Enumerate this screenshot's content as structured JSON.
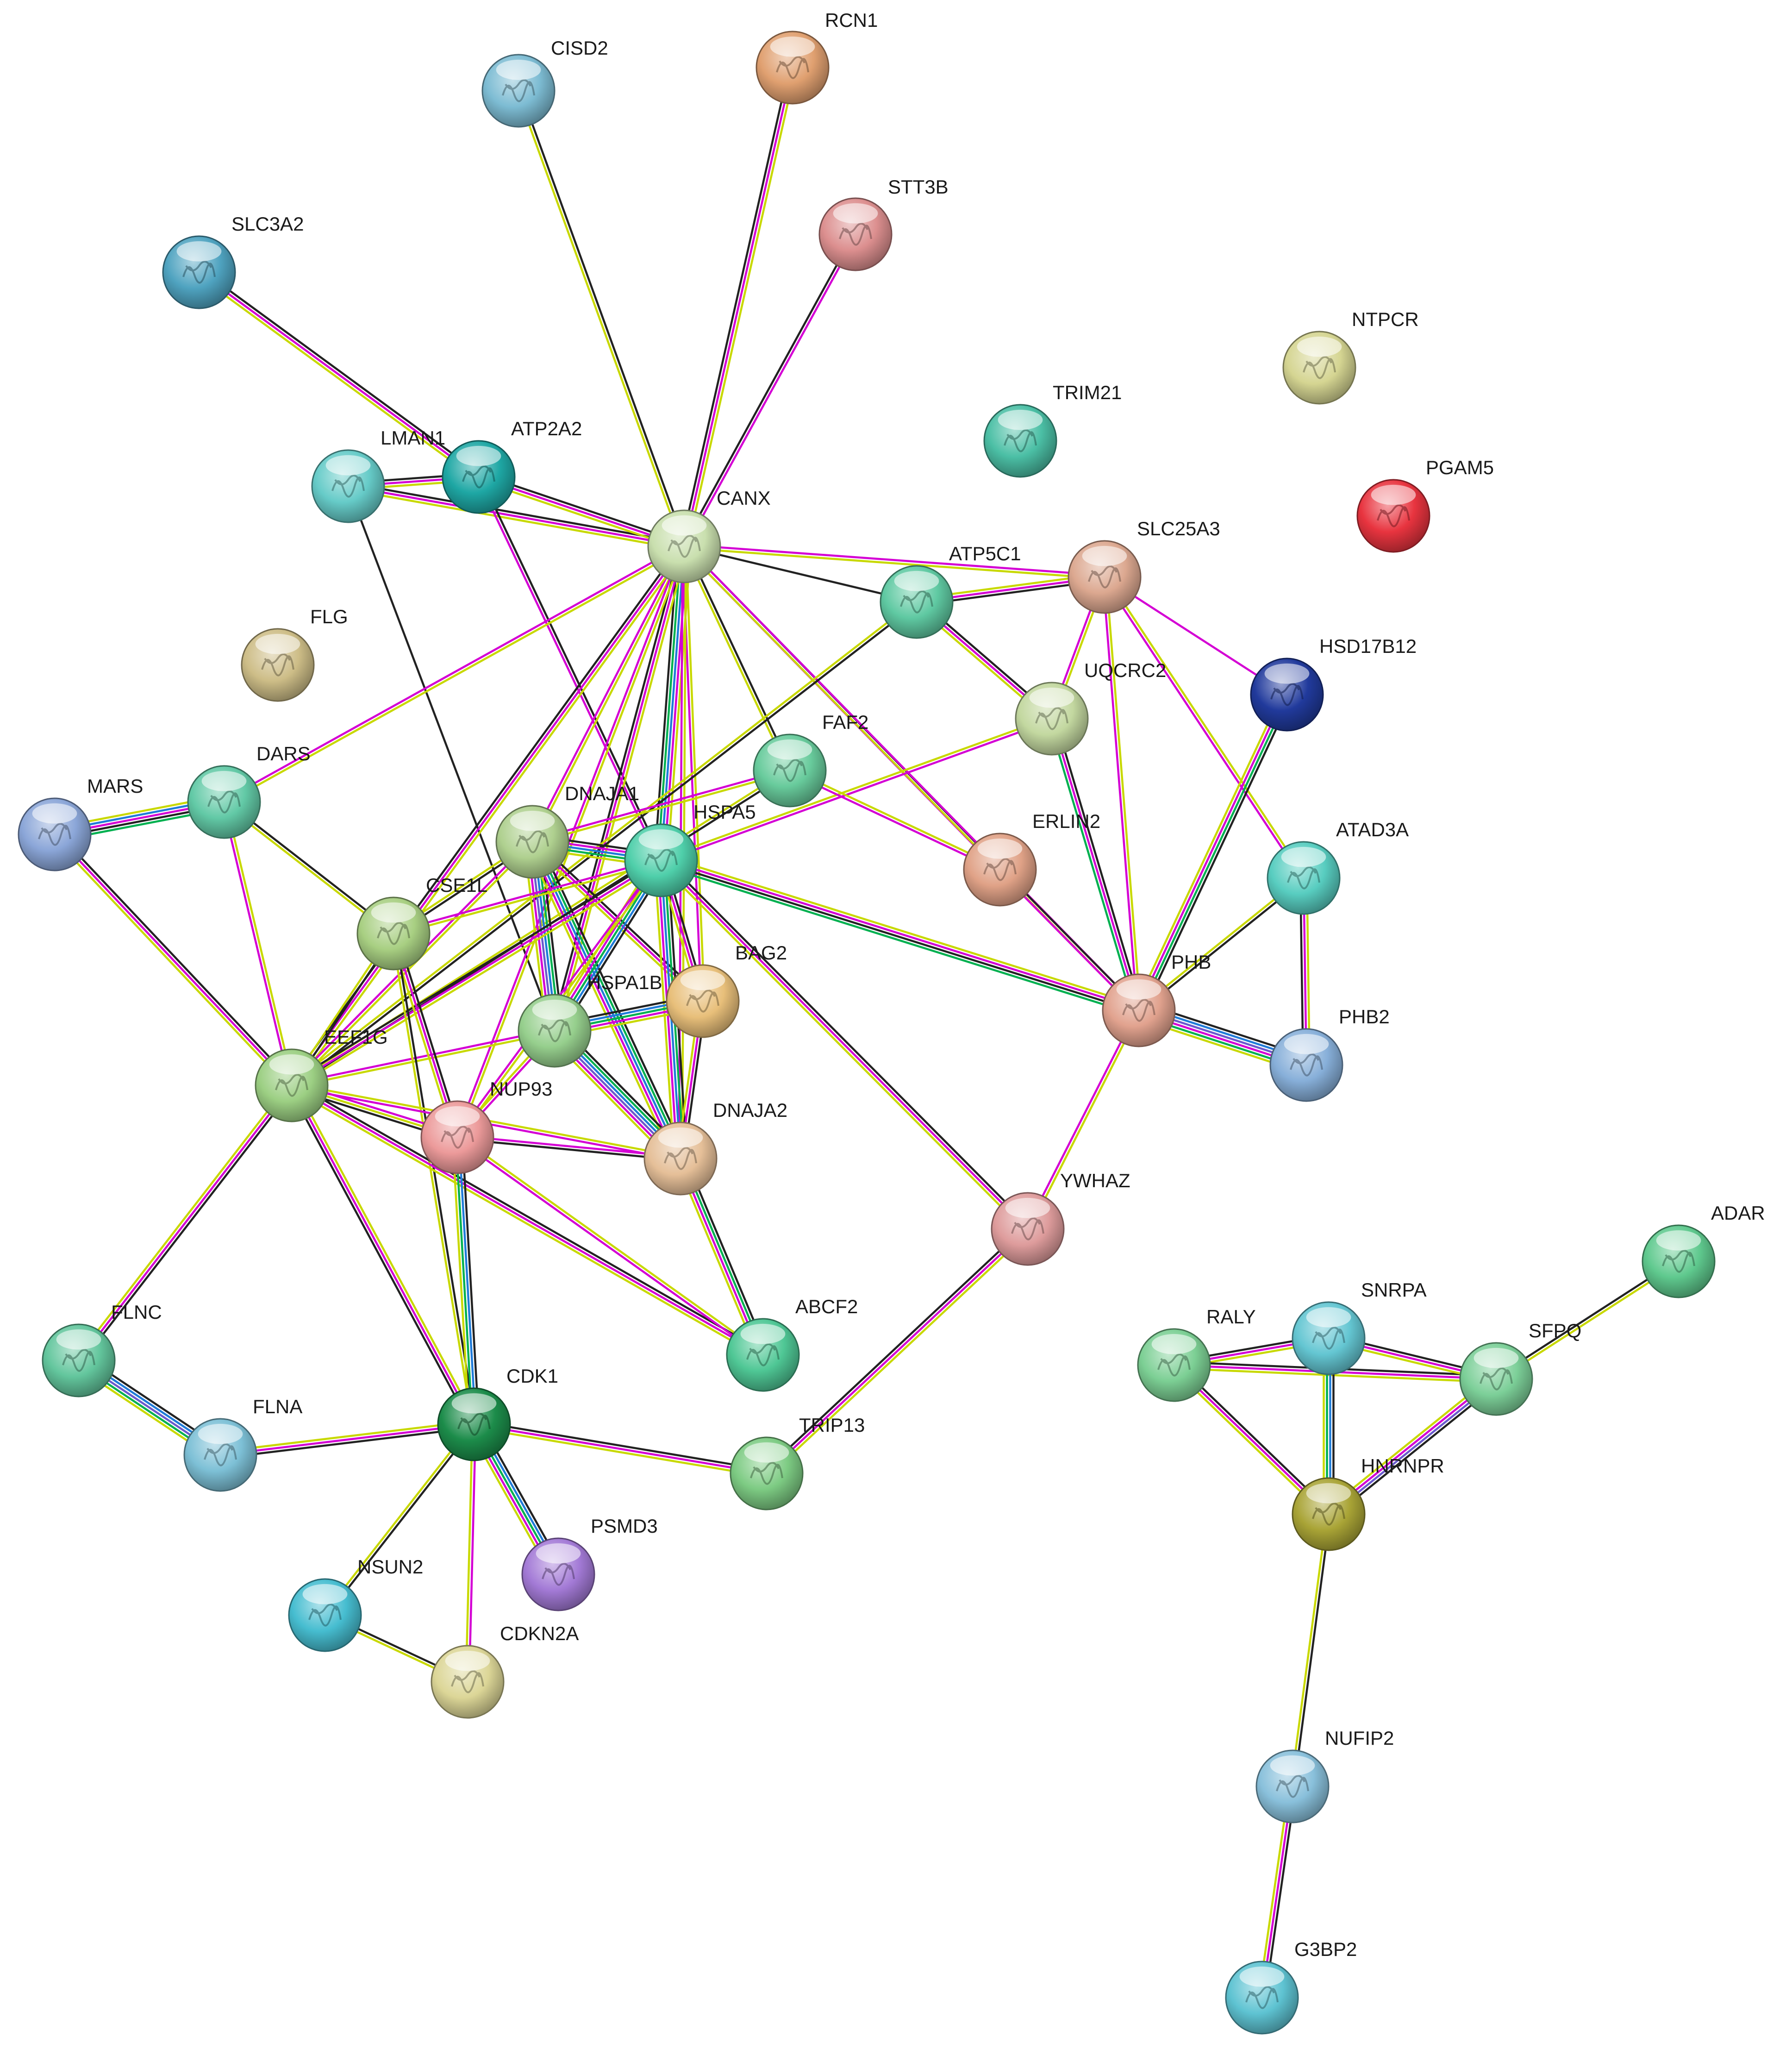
{
  "network": {
    "nodes": [
      {
        "id": "CISD2",
        "color": "#7dbcd3"
      },
      {
        "id": "RCN1",
        "color": "#e0a070"
      },
      {
        "id": "STT3B",
        "color": "#dc8f8f"
      },
      {
        "id": "SLC3A2",
        "color": "#4fa3c0"
      },
      {
        "id": "NTPCR",
        "color": "#d5d592"
      },
      {
        "id": "TRIM21",
        "color": "#4bbfa5"
      },
      {
        "id": "PGAM5",
        "color": "#e8343f"
      },
      {
        "id": "LMAN1",
        "color": "#66cbc8"
      },
      {
        "id": "ATP2A2",
        "color": "#1ea7a4"
      },
      {
        "id": "CANX",
        "color": "#c9dfae"
      },
      {
        "id": "ATP5C1",
        "color": "#5fc9a2"
      },
      {
        "id": "SLC25A3",
        "color": "#dca890"
      },
      {
        "id": "FLG",
        "color": "#cdbd87"
      },
      {
        "id": "HSD17B12",
        "color": "#213a9c"
      },
      {
        "id": "UQCRC2",
        "color": "#c3d8a0"
      },
      {
        "id": "DARS",
        "color": "#62c9a6"
      },
      {
        "id": "FAF2",
        "color": "#68cb9c"
      },
      {
        "id": "MARS",
        "color": "#8ba6d8"
      },
      {
        "id": "DNAJA1",
        "color": "#afd08f"
      },
      {
        "id": "HSPA5",
        "color": "#4fcfaa"
      },
      {
        "id": "ERLIN2",
        "color": "#e0a287"
      },
      {
        "id": "ATAD3A",
        "color": "#58cdc0"
      },
      {
        "id": "CSE1L",
        "color": "#a8cf82"
      },
      {
        "id": "BAG2",
        "color": "#e8bf7a"
      },
      {
        "id": "PHB",
        "color": "#e1a28e"
      },
      {
        "id": "HSPA1B",
        "color": "#96cf8d"
      },
      {
        "id": "PHB2",
        "color": "#87afd9"
      },
      {
        "id": "EEF1G",
        "color": "#9ccf83"
      },
      {
        "id": "NUP93",
        "color": "#ec9a9a"
      },
      {
        "id": "DNAJA2",
        "color": "#e5bf98"
      },
      {
        "id": "YWHAZ",
        "color": "#de9c9c"
      },
      {
        "id": "ADAR",
        "color": "#5fc98e"
      },
      {
        "id": "ABCF2",
        "color": "#4fc795"
      },
      {
        "id": "SNRPA",
        "color": "#64c6d2"
      },
      {
        "id": "FLNC",
        "color": "#63c69d"
      },
      {
        "id": "RALY",
        "color": "#7ccf94"
      },
      {
        "id": "SFPQ",
        "color": "#7ccf98"
      },
      {
        "id": "CDK1",
        "color": "#1c8c4a"
      },
      {
        "id": "FLNA",
        "color": "#7dc0d6"
      },
      {
        "id": "TRIP13",
        "color": "#7dcb83"
      },
      {
        "id": "HNRNPR",
        "color": "#a9a436"
      },
      {
        "id": "PSMD3",
        "color": "#a37ad6"
      },
      {
        "id": "NSUN2",
        "color": "#46bdd0"
      },
      {
        "id": "CDKN2A",
        "color": "#dcd697"
      },
      {
        "id": "NUFIP2",
        "color": "#89c0db"
      },
      {
        "id": "G3BP2",
        "color": "#5ec3d2"
      }
    ],
    "edges": [
      {
        "source": "CISD2",
        "target": "CANX",
        "colors": [
          "#222222",
          "#c8d800"
        ]
      },
      {
        "source": "RCN1",
        "target": "CANX",
        "colors": [
          "#c8d800",
          "#d400d4",
          "#222222"
        ]
      },
      {
        "source": "STT3B",
        "target": "CANX",
        "colors": [
          "#d400d4",
          "#222222"
        ]
      },
      {
        "source": "SLC3A2",
        "target": "ATP2A2",
        "colors": [
          "#222222",
          "#d400d4",
          "#c8d800"
        ]
      },
      {
        "source": "LMAN1",
        "target": "ATP2A2",
        "colors": [
          "#222222",
          "#d400d4",
          "#c8d800"
        ]
      },
      {
        "source": "LMAN1",
        "target": "CANX",
        "colors": [
          "#222222",
          "#d400d4",
          "#c8d800"
        ]
      },
      {
        "source": "ATP2A2",
        "target": "CANX",
        "colors": [
          "#222222",
          "#d400d4",
          "#c8d800"
        ]
      },
      {
        "source": "LMAN1",
        "target": "HSPA1B",
        "colors": [
          "#222222"
        ]
      },
      {
        "source": "ATP2A2",
        "target": "HSPA5",
        "colors": [
          "#222222",
          "#d400d4"
        ]
      },
      {
        "source": "CANX",
        "target": "SLC25A3",
        "colors": [
          "#d400d4",
          "#c8d800"
        ]
      },
      {
        "source": "CANX",
        "target": "ATP5C1",
        "colors": [
          "#222222"
        ]
      },
      {
        "source": "CANX",
        "target": "DARS",
        "colors": [
          "#c8d800",
          "#d400d4"
        ]
      },
      {
        "source": "CANX",
        "target": "FAF2",
        "colors": [
          "#222222",
          "#c8d800"
        ]
      },
      {
        "source": "CANX",
        "target": "ERLIN2",
        "colors": [
          "#222222",
          "#d400d4"
        ]
      },
      {
        "source": "CANX",
        "target": "PHB",
        "colors": [
          "#d400d4",
          "#c8d800"
        ]
      },
      {
        "source": "CANX",
        "target": "HSPA5",
        "colors": [
          "#c8d800",
          "#d400d4",
          "#1f7bd8",
          "#00b050",
          "#222222"
        ]
      },
      {
        "source": "CANX",
        "target": "DNAJA1",
        "colors": [
          "#c8d800",
          "#d400d4"
        ]
      },
      {
        "source": "CANX",
        "target": "HSPA1B",
        "colors": [
          "#c8d800",
          "#d400d4",
          "#222222"
        ]
      },
      {
        "source": "CANX",
        "target": "BAG2",
        "colors": [
          "#c8d800",
          "#d400d4"
        ]
      },
      {
        "source": "CANX",
        "target": "EEF1G",
        "colors": [
          "#c8d800",
          "#d400d4",
          "#222222"
        ]
      },
      {
        "source": "CANX",
        "target": "NUP93",
        "colors": [
          "#c8d800",
          "#d400d4"
        ]
      },
      {
        "source": "CANX",
        "target": "DNAJA2",
        "colors": [
          "#c8d800",
          "#d400d4"
        ]
      },
      {
        "source": "ATP5C1",
        "target": "SLC25A3",
        "colors": [
          "#c8d800",
          "#d400d4",
          "#222222"
        ]
      },
      {
        "source": "ATP5C1",
        "target": "UQCRC2",
        "colors": [
          "#222222",
          "#d400d4",
          "#c8d800"
        ]
      },
      {
        "source": "ATP5C1",
        "target": "EEF1G",
        "colors": [
          "#222222",
          "#c8d800"
        ]
      },
      {
        "source": "SLC25A3",
        "target": "UQCRC2",
        "colors": [
          "#c8d800",
          "#d400d4"
        ]
      },
      {
        "source": "SLC25A3",
        "target": "HSD17B12",
        "colors": [
          "#d400d4"
        ]
      },
      {
        "source": "SLC25A3",
        "target": "ATAD3A",
        "colors": [
          "#c8d800",
          "#d400d4"
        ]
      },
      {
        "source": "SLC25A3",
        "target": "PHB",
        "colors": [
          "#c8d800",
          "#d400d4"
        ]
      },
      {
        "source": "UQCRC2",
        "target": "PHB",
        "colors": [
          "#222222",
          "#d400d4",
          "#00b050"
        ]
      },
      {
        "source": "UQCRC2",
        "target": "HSPA5",
        "colors": [
          "#d400d4",
          "#c8d800"
        ]
      },
      {
        "source": "HSD17B12",
        "target": "PHB",
        "colors": [
          "#222222",
          "#00b050",
          "#d400d4",
          "#c8d800"
        ]
      },
      {
        "source": "FAF2",
        "target": "ERLIN2",
        "colors": [
          "#c8d800",
          "#d400d4"
        ]
      },
      {
        "source": "FAF2",
        "target": "DNAJA1",
        "colors": [
          "#c8d800",
          "#d400d4"
        ]
      },
      {
        "source": "FAF2",
        "target": "EEF1G",
        "colors": [
          "#222222",
          "#c8d800"
        ]
      },
      {
        "source": "ERLIN2",
        "target": "PHB",
        "colors": [
          "#222222",
          "#d400d4"
        ]
      },
      {
        "source": "ATAD3A",
        "target": "PHB",
        "colors": [
          "#222222",
          "#c8d800"
        ]
      },
      {
        "source": "ATAD3A",
        "target": "PHB2",
        "colors": [
          "#c8d800",
          "#d400d4",
          "#222222"
        ]
      },
      {
        "source": "PHB",
        "target": "PHB2",
        "colors": [
          "#222222",
          "#1f7bd8",
          "#6a5acd",
          "#d400d4",
          "#00b050",
          "#c8d800"
        ]
      },
      {
        "source": "PHB",
        "target": "HSPA5",
        "colors": [
          "#00b050",
          "#222222",
          "#d400d4",
          "#c8d800"
        ]
      },
      {
        "source": "PHB",
        "target": "YWHAZ",
        "colors": [
          "#c8d800",
          "#d400d4"
        ]
      },
      {
        "source": "DARS",
        "target": "MARS",
        "colors": [
          "#00b050",
          "#222222",
          "#d400d4",
          "#1f7bd8",
          "#c8d800"
        ]
      },
      {
        "source": "DARS",
        "target": "CSE1L",
        "colors": [
          "#222222",
          "#c8d800"
        ]
      },
      {
        "source": "DARS",
        "target": "EEF1G",
        "colors": [
          "#c8d800",
          "#d400d4"
        ]
      },
      {
        "source": "MARS",
        "target": "EEF1G",
        "colors": [
          "#222222",
          "#d400d4",
          "#c8d800"
        ]
      },
      {
        "source": "DNAJA1",
        "target": "HSPA5",
        "colors": [
          "#222222",
          "#d400d4",
          "#1f7bd8",
          "#00b050",
          "#c8d800"
        ]
      },
      {
        "source": "DNAJA1",
        "target": "HSPA1B",
        "colors": [
          "#222222",
          "#00b050",
          "#1f7bd8",
          "#6a5acd",
          "#d400d4",
          "#c8d800"
        ]
      },
      {
        "source": "DNAJA1",
        "target": "DNAJA2",
        "colors": [
          "#222222",
          "#00b050",
          "#1f7bd8",
          "#d400d4",
          "#c8d800"
        ]
      },
      {
        "source": "DNAJA1",
        "target": "BAG2",
        "colors": [
          "#222222",
          "#d400d4",
          "#c8d800"
        ]
      },
      {
        "source": "DNAJA1",
        "target": "CSE1L",
        "colors": [
          "#222222",
          "#c8d800"
        ]
      },
      {
        "source": "DNAJA1",
        "target": "EEF1G",
        "colors": [
          "#c8d800",
          "#d400d4"
        ]
      },
      {
        "source": "HSPA5",
        "target": "HSPA1B",
        "colors": [
          "#222222",
          "#1f7bd8",
          "#00b050",
          "#d400d4",
          "#c8d800"
        ]
      },
      {
        "source": "HSPA5",
        "target": "DNAJA2",
        "colors": [
          "#222222",
          "#00b050",
          "#1f7bd8",
          "#d400d4",
          "#c8d800"
        ]
      },
      {
        "source": "HSPA5",
        "target": "BAG2",
        "colors": [
          "#222222",
          "#d400d4",
          "#c8d800"
        ]
      },
      {
        "source": "HSPA5",
        "target": "YWHAZ",
        "colors": [
          "#222222",
          "#d400d4",
          "#c8d800"
        ]
      },
      {
        "source": "HSPA5",
        "target": "EEF1G",
        "colors": [
          "#c8d800",
          "#d400d4",
          "#222222"
        ]
      },
      {
        "source": "HSPA5",
        "target": "NUP93",
        "colors": [
          "#c8d800",
          "#d400d4"
        ]
      },
      {
        "source": "HSPA5",
        "target": "CSE1L",
        "colors": [
          "#c8d800",
          "#d400d4"
        ]
      },
      {
        "source": "HSPA1B",
        "target": "BAG2",
        "colors": [
          "#222222",
          "#1f7bd8",
          "#00b050",
          "#d400d4",
          "#c8d800"
        ]
      },
      {
        "source": "HSPA1B",
        "target": "DNAJA2",
        "colors": [
          "#222222",
          "#00b050",
          "#1f7bd8",
          "#6a5acd",
          "#d400d4",
          "#c8d800"
        ]
      },
      {
        "source": "HSPA1B",
        "target": "NUP93",
        "colors": [
          "#d400d4",
          "#c8d800"
        ]
      },
      {
        "source": "HSPA1B",
        "target": "EEF1G",
        "colors": [
          "#c8d800",
          "#d400d4"
        ]
      },
      {
        "source": "BAG2",
        "target": "DNAJA2",
        "colors": [
          "#222222",
          "#d400d4",
          "#c8d800"
        ]
      },
      {
        "source": "DNAJA2",
        "target": "ABCF2",
        "colors": [
          "#222222",
          "#00b050",
          "#d400d4",
          "#c8d800"
        ]
      },
      {
        "source": "DNAJA2",
        "target": "NUP93",
        "colors": [
          "#222222",
          "#d400d4"
        ]
      },
      {
        "source": "CSE1L",
        "target": "NUP93",
        "colors": [
          "#222222",
          "#d400d4",
          "#c8d800"
        ]
      },
      {
        "source": "CSE1L",
        "target": "CDK1",
        "colors": [
          "#222222",
          "#c8d800"
        ]
      },
      {
        "source": "CSE1L",
        "target": "EEF1G",
        "colors": [
          "#222222",
          "#c8d800"
        ]
      },
      {
        "source": "EEF1G",
        "target": "NUP93",
        "colors": [
          "#d400d4",
          "#c8d800",
          "#222222"
        ]
      },
      {
        "source": "EEF1G",
        "target": "DNAJA2",
        "colors": [
          "#c8d800",
          "#d400d4"
        ]
      },
      {
        "source": "EEF1G",
        "target": "ABCF2",
        "colors": [
          "#222222",
          "#d400d4",
          "#c8d800"
        ]
      },
      {
        "source": "EEF1G",
        "target": "FLNC",
        "colors": [
          "#222222",
          "#d400d4",
          "#c8d800"
        ]
      },
      {
        "source": "EEF1G",
        "target": "CDK1",
        "colors": [
          "#c8d800",
          "#d400d4",
          "#222222"
        ]
      },
      {
        "source": "NUP93",
        "target": "ABCF2",
        "colors": [
          "#c8d800",
          "#d400d4"
        ]
      },
      {
        "source": "NUP93",
        "target": "CDK1",
        "colors": [
          "#222222",
          "#1f7bd8",
          "#00b050",
          "#c8d800"
        ]
      },
      {
        "source": "YWHAZ",
        "target": "TRIP13",
        "colors": [
          "#c8d800",
          "#d400d4",
          "#222222"
        ]
      },
      {
        "source": "FLNC",
        "target": "FLNA",
        "colors": [
          "#222222",
          "#1f7bd8",
          "#6a5acd",
          "#00b050",
          "#c8d800"
        ]
      },
      {
        "source": "FLNA",
        "target": "CDK1",
        "colors": [
          "#c8d800",
          "#d400d4",
          "#222222"
        ]
      },
      {
        "source": "CDK1",
        "target": "TRIP13",
        "colors": [
          "#222222",
          "#d400d4",
          "#c8d800"
        ]
      },
      {
        "source": "CDK1",
        "target": "PSMD3",
        "colors": [
          "#222222",
          "#1f7bd8",
          "#00b050",
          "#d400d4",
          "#c8d800"
        ]
      },
      {
        "source": "CDK1",
        "target": "NSUN2",
        "colors": [
          "#222222",
          "#c8d800"
        ]
      },
      {
        "source": "CDK1",
        "target": "CDKN2A",
        "colors": [
          "#d400d4",
          "#c8d800"
        ]
      },
      {
        "source": "NSUN2",
        "target": "CDKN2A",
        "colors": [
          "#222222",
          "#c8d800"
        ]
      },
      {
        "source": "RALY",
        "target": "SNRPA",
        "colors": [
          "#222222",
          "#d400d4",
          "#c8d800"
        ]
      },
      {
        "source": "RALY",
        "target": "SFPQ",
        "colors": [
          "#222222",
          "#d400d4",
          "#c8d800"
        ]
      },
      {
        "source": "RALY",
        "target": "HNRNPR",
        "colors": [
          "#222222",
          "#d400d4",
          "#c8d800"
        ]
      },
      {
        "source": "SNRPA",
        "target": "SFPQ",
        "colors": [
          "#222222",
          "#d400d4",
          "#c8d800"
        ]
      },
      {
        "source": "SNRPA",
        "target": "HNRNPR",
        "colors": [
          "#222222",
          "#1f7bd8",
          "#00b050",
          "#c8d800"
        ]
      },
      {
        "source": "SFPQ",
        "target": "HNRNPR",
        "colors": [
          "#222222",
          "#6a5acd",
          "#d400d4",
          "#c8d800"
        ]
      },
      {
        "source": "SFPQ",
        "target": "ADAR",
        "colors": [
          "#222222",
          "#c8d800"
        ]
      },
      {
        "source": "HNRNPR",
        "target": "NUFIP2",
        "colors": [
          "#222222",
          "#c8d800"
        ]
      },
      {
        "source": "NUFIP2",
        "target": "G3BP2",
        "colors": [
          "#222222",
          "#d400d4",
          "#c8d800"
        ]
      }
    ]
  }
}
